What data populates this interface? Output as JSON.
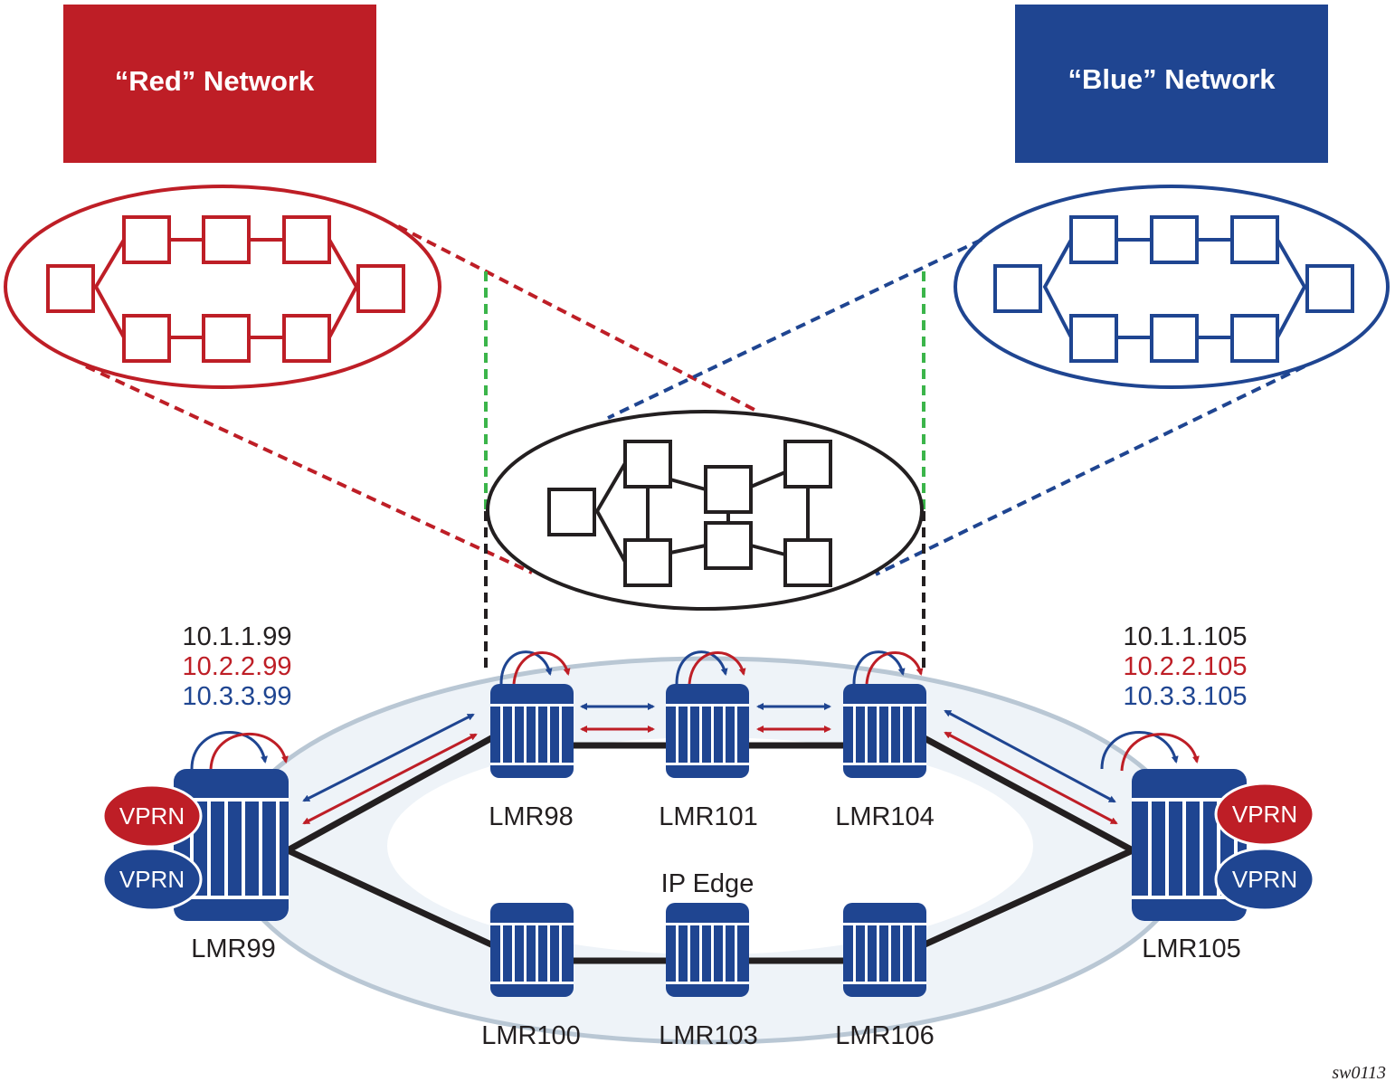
{
  "colors": {
    "red": "#be1e26",
    "blue": "#1f4591",
    "black": "#231f20",
    "green": "#3bb54a",
    "ring_fill": "#eef3f8",
    "ring_stroke": "#b9c7d4"
  },
  "banners": {
    "red": "“Red” Network",
    "blue": "“Blue” Network"
  },
  "ring_label": "IP Edge",
  "figure_id": "sw0113",
  "routers": {
    "lmr99": {
      "label": "LMR99",
      "ips": {
        "black": "10.1.1.99",
        "red": "10.2.2.99",
        "blue": "10.3.3.99"
      },
      "vprns": [
        "VPRN",
        "VPRN"
      ]
    },
    "lmr98": {
      "label": "LMR98"
    },
    "lmr101": {
      "label": "LMR101"
    },
    "lmr104": {
      "label": "LMR104"
    },
    "lmr105": {
      "label": "LMR105",
      "ips": {
        "black": "10.1.1.105",
        "red": "10.2.2.105",
        "blue": "10.3.3.105"
      },
      "vprns": [
        "VPRN",
        "VPRN"
      ]
    },
    "lmr100": {
      "label": "LMR100"
    },
    "lmr103": {
      "label": "LMR103"
    },
    "lmr106": {
      "label": "LMR106"
    }
  }
}
